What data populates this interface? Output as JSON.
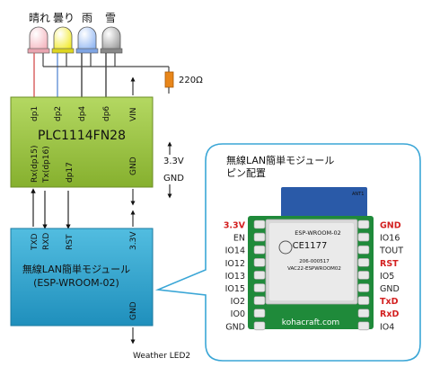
{
  "leds": [
    {
      "label": "晴れ",
      "color": "#f4b4be"
    },
    {
      "label": "曇り",
      "color": "#f2ea2a"
    },
    {
      "label": "雨",
      "color": "#8fb5f2"
    },
    {
      "label": "雪",
      "color": "#9a9a9a"
    }
  ],
  "resistor_label": "220Ω",
  "plc": {
    "name": "PLC1114FN28",
    "top_pins": [
      "dp1",
      "dp2",
      "dp4",
      "dp6",
      "VIN"
    ],
    "bottom_pins": [
      "Rx(dp15)",
      "Tx(dp16)",
      "dp17",
      "GND"
    ],
    "color": "#9bc53e"
  },
  "power": {
    "v33": "3.3V",
    "gnd": "GND"
  },
  "esp": {
    "line1": "無線LAN簡単モジュール",
    "line2": "(ESP-WROOM-02)",
    "top_pins": [
      "TXD",
      "RXD",
      "RST",
      "3.3V"
    ],
    "bottom_pin": "GND",
    "color": "#2fa7d0"
  },
  "callout": {
    "title_line1": "無線LAN簡単モジュール",
    "title_line2": "ピン配置",
    "left_pins": [
      {
        "label": "3.3V",
        "color": "#d32020"
      },
      {
        "label": "EN",
        "color": "#222222"
      },
      {
        "label": "IO14",
        "color": "#222222"
      },
      {
        "label": "IO12",
        "color": "#222222"
      },
      {
        "label": "IO13",
        "color": "#222222"
      },
      {
        "label": "IO15",
        "color": "#222222"
      },
      {
        "label": "IO2",
        "color": "#222222"
      },
      {
        "label": "IO0",
        "color": "#222222"
      },
      {
        "label": "GND",
        "color": "#222222"
      }
    ],
    "right_pins": [
      {
        "label": "GND",
        "color": "#d32020"
      },
      {
        "label": "IO16",
        "color": "#222222"
      },
      {
        "label": "TOUT",
        "color": "#222222"
      },
      {
        "label": "RST",
        "color": "#d32020"
      },
      {
        "label": "IO5",
        "color": "#222222"
      },
      {
        "label": "GND",
        "color": "#222222"
      },
      {
        "label": "TxD",
        "color": "#d32020"
      },
      {
        "label": "RxD",
        "color": "#d32020"
      },
      {
        "label": "IO4",
        "color": "#222222"
      }
    ],
    "chip_text": [
      "ESP-WROOM-02",
      "CE1177",
      "206-000517",
      "VAC22-ESPWROOM02",
      "ANT1"
    ],
    "board_brand": "kohacraft.com"
  },
  "caption": "Weather LED2"
}
